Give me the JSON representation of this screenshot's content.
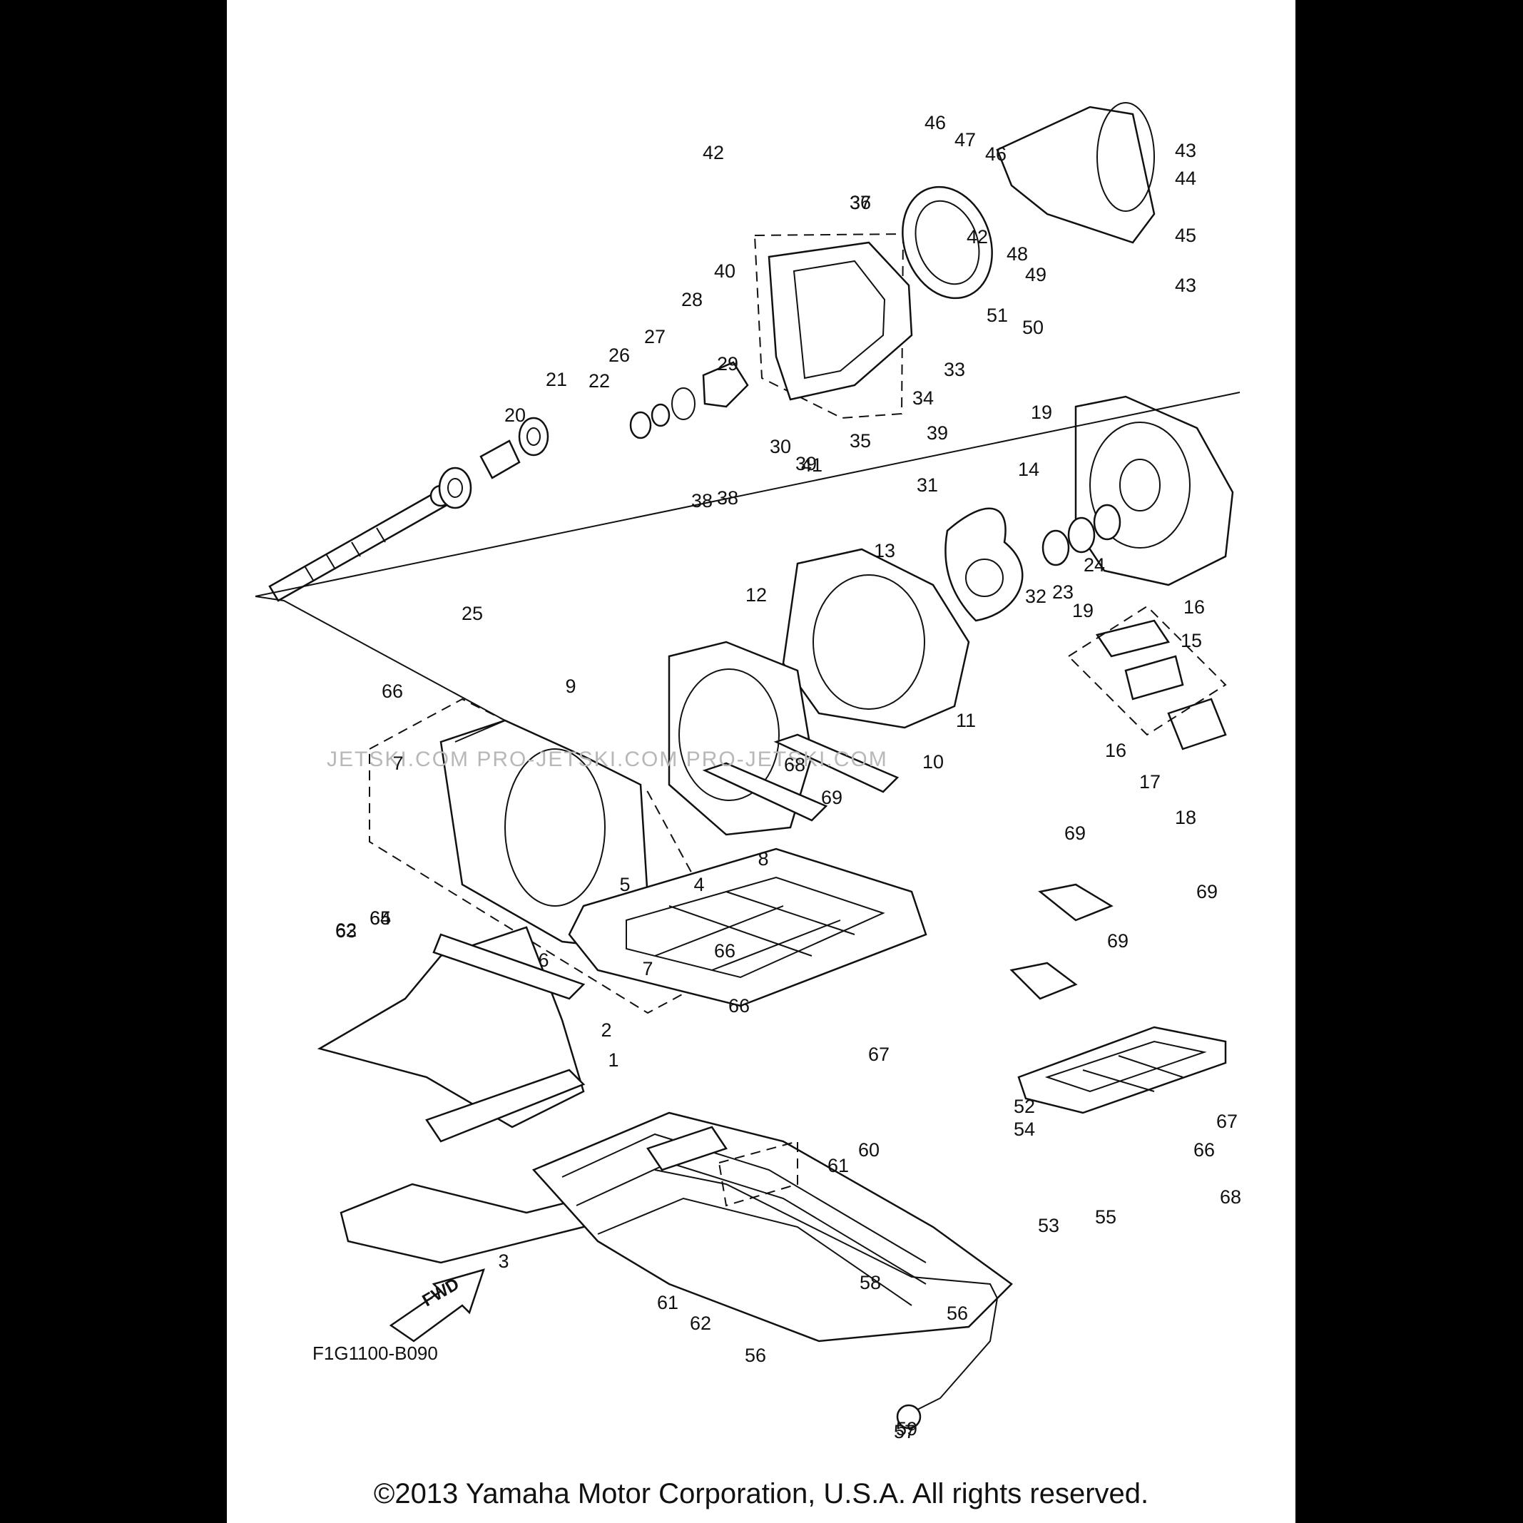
{
  "diagram_code": "F1G1100-B090",
  "copyright": "©2013 Yamaha Motor Corporation, U.S.A. All rights reserved.",
  "watermark": "JETSKI.COM   PRO-JETSKI.COM   PRO-JETSKI.COM",
  "fwd_label": "FWD",
  "part_labels": [
    "1",
    "2",
    "3",
    "4",
    "5",
    "6",
    "7",
    "7",
    "8",
    "9",
    "10",
    "11",
    "12",
    "13",
    "14",
    "15",
    "16",
    "16",
    "17",
    "18",
    "19",
    "19",
    "20",
    "21",
    "22",
    "23",
    "24",
    "25",
    "26",
    "27",
    "28",
    "29",
    "30",
    "31",
    "32",
    "33",
    "34",
    "35",
    "36",
    "37",
    "38",
    "38",
    "39",
    "39",
    "40",
    "41",
    "42",
    "42",
    "43",
    "43",
    "44",
    "45",
    "46",
    "46",
    "47",
    "48",
    "49",
    "50",
    "51",
    "52",
    "53",
    "54",
    "55",
    "56",
    "56",
    "57",
    "58",
    "59",
    "60",
    "61",
    "61",
    "62",
    "62",
    "63",
    "64",
    "65",
    "66",
    "66",
    "66",
    "66",
    "67",
    "67",
    "68",
    "68",
    "69",
    "69",
    "69",
    "69"
  ]
}
